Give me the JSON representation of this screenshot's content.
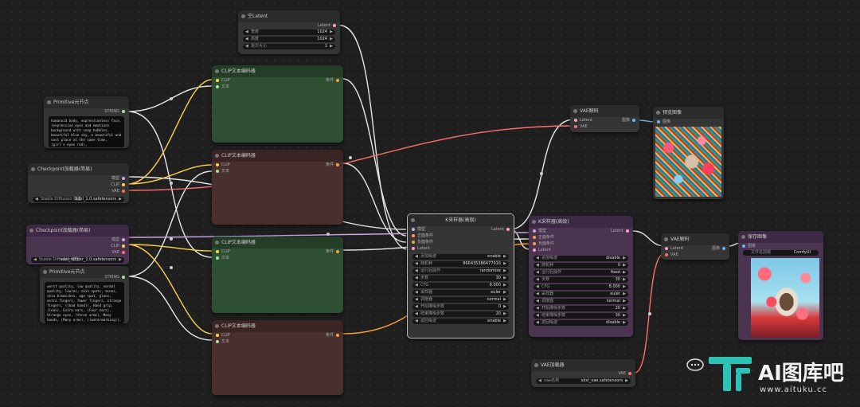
{
  "colors": {
    "clip": "#ffd04a",
    "model": "#c9a8e6",
    "vae": "#ff6e6e",
    "latent": "#ff9ccf",
    "conditioning": "#ff9f3a",
    "image": "#64b5f6",
    "string": "#a6e3a1",
    "wire_white": "#e6e6e6"
  },
  "nodes": {
    "empty_latent": {
      "title": "空Latent",
      "out": "Latent",
      "widgets": [
        {
          "label": "宽度",
          "value": "1024"
        },
        {
          "label": "高度",
          "value": "1024"
        },
        {
          "label": "批次大小",
          "value": "1"
        }
      ]
    },
    "primitive1": {
      "title": "Primitive元节点",
      "out": "STRING",
      "text": "humanoid body, expressionless face, (expressive eyes and emotions background with soap bubbles, beautiful blue sky, a beautiful and vast place at the same time, (girl's eyes red),"
    },
    "checkpoint1": {
      "title": "Checkpoint加载器(简易)",
      "outs": [
        "模型",
        "CLIP",
        "VAE"
      ],
      "widget_label": "Stable Diffusion 模型",
      "widget_value": "sdxl_1.0.safetensors"
    },
    "checkpoint2": {
      "title": "Checkpoint加载器(简易)",
      "outs": [
        "模型",
        "CLIP",
        "VAE"
      ],
      "widget_label": "Stable Diffusion 模型",
      "widget_value": "sdxl_refiner_1.0.safetensors"
    },
    "primitive2": {
      "title": "Primitive元节点",
      "out": "STRING",
      "text": "worst quality, low quality, normal quality, lowres, skin spots, acnes, skin blemishes, age spot, glans, extra fingers, fewer fingers, strange fingers, ((bad hand)), Hand grip, (lean), Extra ears, (Four ears), Strange eyes, (three arms), Many hands, (Many arms), ((watermarking)), safe"
    },
    "clip1": {
      "title": "CLIP文本编码器",
      "ins": [
        "CLIP",
        "文本"
      ],
      "out": "条件"
    },
    "clip2": {
      "title": "CLIP文本编码器",
      "ins": [
        "CLIP",
        "文本"
      ],
      "out": "条件"
    },
    "clip3": {
      "title": "CLIP文本编码器",
      "ins": [
        "CLIP",
        "文本"
      ],
      "out": "条件"
    },
    "clip4": {
      "title": "CLIP文本编码器",
      "ins": [
        "CLIP",
        "文本"
      ],
      "out": "条件"
    },
    "ksampler1": {
      "title": "K采样器(高级)",
      "ins": [
        "模型",
        "正面条件",
        "负面条件",
        "Latent"
      ],
      "out": "Latent",
      "widgets": [
        {
          "label": "添加噪波",
          "value": "enable"
        },
        {
          "label": "随机种",
          "value": "866435386477916"
        },
        {
          "label": "运行后操作",
          "value": "randomize"
        },
        {
          "label": "步数",
          "value": "30"
        },
        {
          "label": "CFG",
          "value": "8.000"
        },
        {
          "label": "采样器",
          "value": "euler"
        },
        {
          "label": "调度器",
          "value": "normal"
        },
        {
          "label": "开始降噪步数",
          "value": "0"
        },
        {
          "label": "结束降噪步数",
          "value": "20"
        },
        {
          "label": "返回噪波",
          "value": "enable"
        }
      ]
    },
    "ksampler2": {
      "title": "K采样器(高级)",
      "ins": [
        "模型",
        "正面条件",
        "负面条件",
        "Latent"
      ],
      "out": "Latent",
      "widgets": [
        {
          "label": "添加噪波",
          "value": "disable"
        },
        {
          "label": "随机种",
          "value": "0"
        },
        {
          "label": "运行后操作",
          "value": "fixed"
        },
        {
          "label": "步数",
          "value": "30"
        },
        {
          "label": "CFG",
          "value": "8.000"
        },
        {
          "label": "采样器",
          "value": "euler"
        },
        {
          "label": "调度器",
          "value": "normal"
        },
        {
          "label": "开始降噪步数",
          "value": "20"
        },
        {
          "label": "结束降噪步数",
          "value": "30"
        },
        {
          "label": "返回噪波",
          "value": "disable"
        }
      ]
    },
    "vae_decode1": {
      "title": "VAE解码",
      "ins": [
        "Latent",
        "VAE"
      ],
      "out": "图像"
    },
    "vae_decode2": {
      "title": "VAE解码",
      "ins": [
        "Latent",
        "VAE"
      ],
      "out": "图像"
    },
    "preview": {
      "title": "预览图像",
      "in": "图像"
    },
    "save": {
      "title": "保存图像",
      "in": "图像",
      "widget_label": "文件名前缀",
      "widget_value": "ComfyUI"
    },
    "vae_loader": {
      "title": "VAE加载器",
      "out": "VAE",
      "widget_label": "vae名称",
      "widget_value": "sdxl_vae.safetensors"
    }
  },
  "watermark": {
    "brand": "AI图库吧",
    "url": "www.aituku.cc"
  }
}
